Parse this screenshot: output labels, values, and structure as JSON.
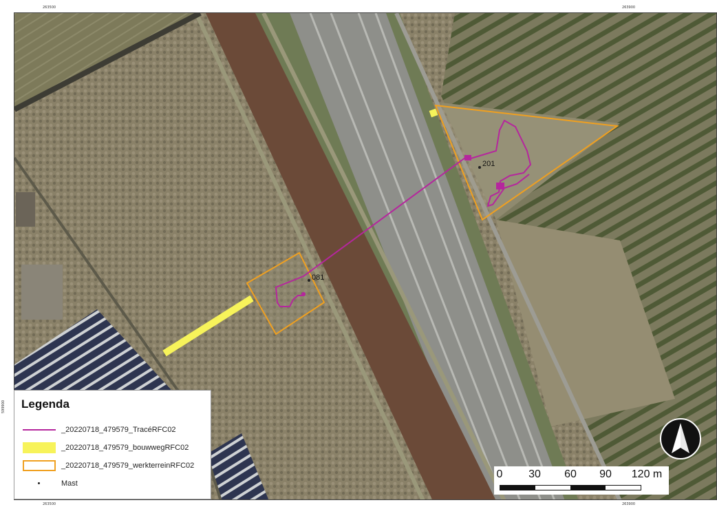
{
  "coords": {
    "top_left": "263500",
    "top_right": "263900",
    "bottom_left": "263500",
    "bottom_right": "263900",
    "left_mid": "599900"
  },
  "map": {
    "mast_labels": [
      "201",
      "081"
    ],
    "colors": {
      "trace": "#b5269d",
      "bouwweg": "#f7f35a",
      "werkterrein": "#f0a020",
      "canal": "#6b4a38",
      "field": "#7f7a62"
    }
  },
  "legend": {
    "title": "Legenda",
    "items": [
      {
        "symbol": "line",
        "label": "_20220718_479579_TracéRFC02"
      },
      {
        "symbol": "yellow-fill",
        "label": "_20220718_479579_bouwwegRFC02"
      },
      {
        "symbol": "orange-outline",
        "label": "_20220718_479579_werkterreinRFC02"
      },
      {
        "symbol": "point",
        "label": "Mast"
      }
    ]
  },
  "scalebar": {
    "labels": [
      "0",
      "30",
      "60",
      "90",
      "120 m"
    ],
    "fractions": [
      0,
      0.25,
      0.5,
      0.75,
      1
    ]
  },
  "north_arrow": "north-arrow-icon"
}
